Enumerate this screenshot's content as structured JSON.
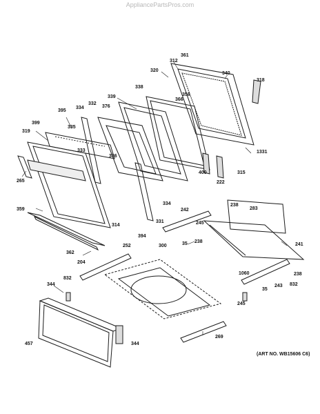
{
  "watermark": "AppliancePartsPros.com",
  "art_number": "(ART NO. WB15606 C6)",
  "part_callouts": {
    "p318": "318",
    "p320": "320",
    "p312": "312",
    "p361": "361",
    "p340": "340",
    "p338": "338",
    "p339": "339",
    "p356": "356",
    "p366": "366",
    "p376": "376",
    "p332": "332",
    "p334": "334",
    "p395": "395",
    "p335": "335",
    "p399": "399",
    "p319": "319",
    "p333": "333",
    "p336": "336",
    "p400": "400",
    "p1331": "1331",
    "p315": "315",
    "p222": "222",
    "p265": "265",
    "p334b": "334",
    "p238": "238",
    "p283": "283",
    "p242": "242",
    "p245": "245",
    "p359": "359",
    "p394": "394",
    "p331": "331",
    "p314": "314",
    "p300": "300",
    "p238b": "238",
    "p35": "35",
    "p241": "241",
    "p362": "362",
    "p252": "252",
    "p204": "204",
    "p1060": "1060",
    "p238c": "238",
    "p243": "243",
    "p832": "832",
    "p35b": "35",
    "p344": "344",
    "p832b": "832",
    "p245b": "245",
    "p457": "457",
    "p344b": "344",
    "p269": "269"
  }
}
